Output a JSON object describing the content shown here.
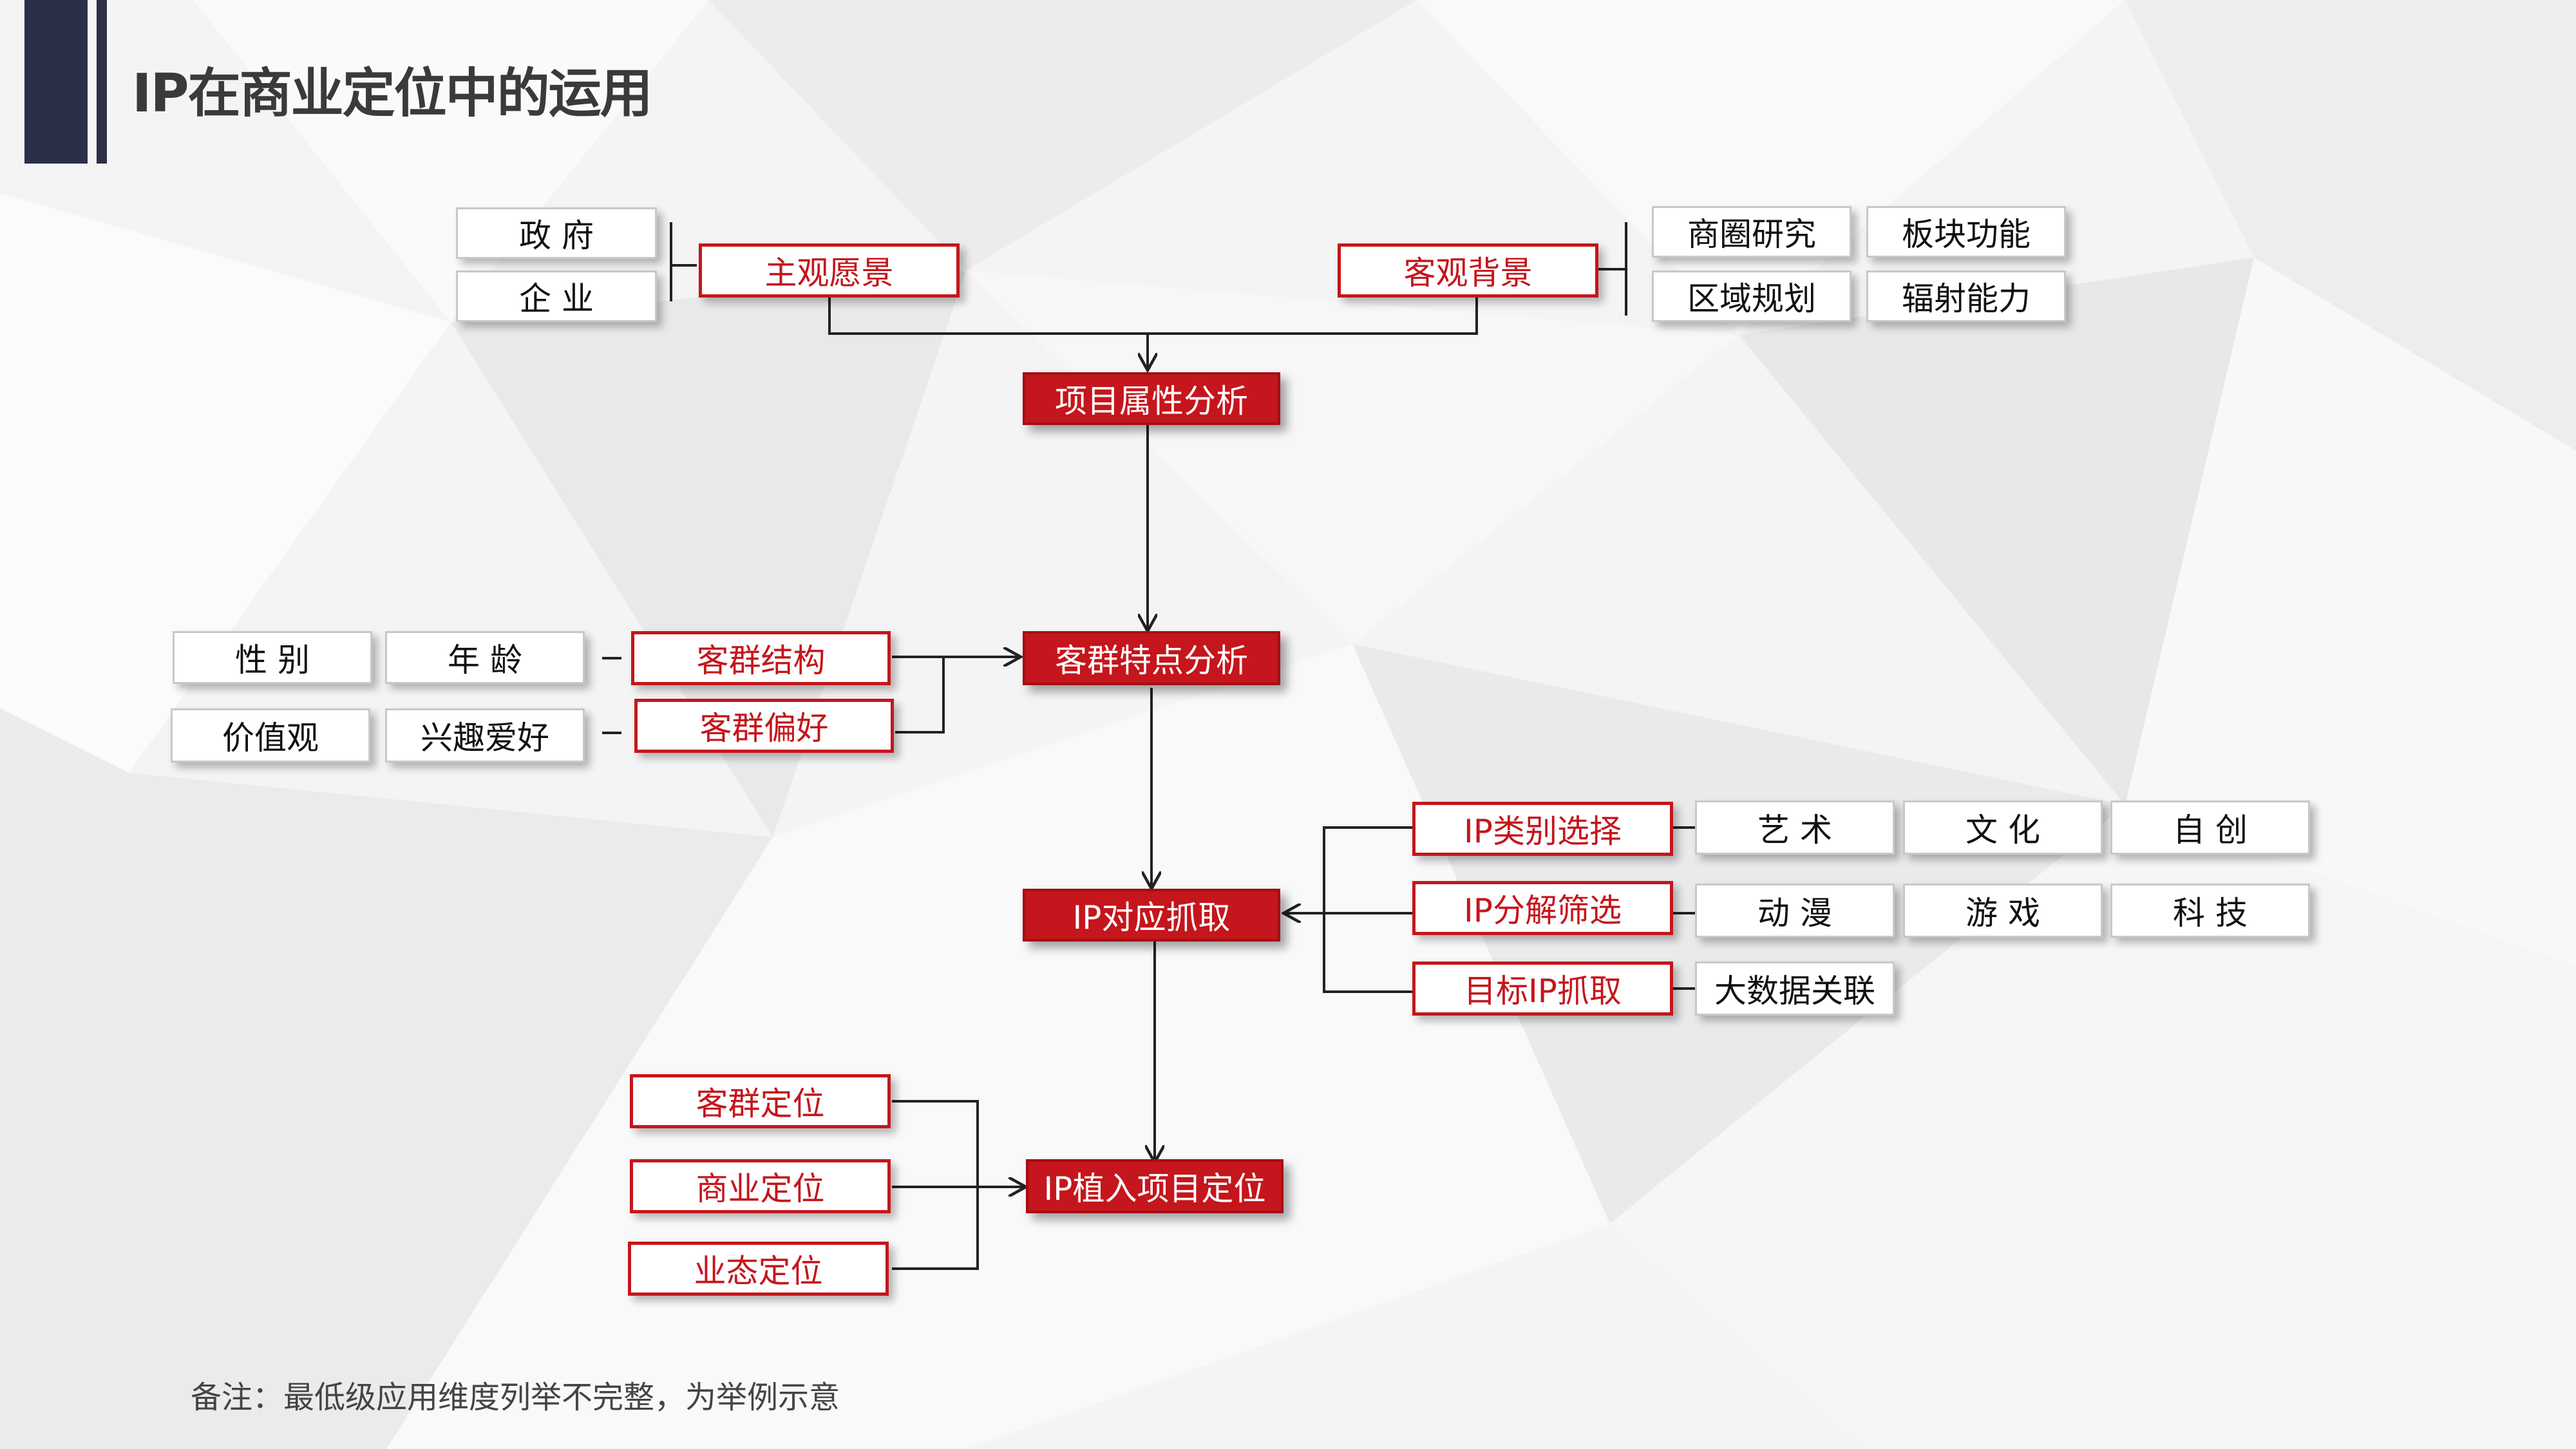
{
  "title": "IP在商业定位中的运用",
  "colors": {
    "accent_red": "#c4161c",
    "title_bar": "#2b2f48"
  },
  "nodes": {
    "gov": "政  府",
    "ent": "企  业",
    "subjective": "主观愿景",
    "objective": "客观背景",
    "market": "商圈研究",
    "block": "板块功能",
    "region": "区域规划",
    "radiate": "辐射能力",
    "attr": "项目属性分析",
    "gender": "性  别",
    "age": "年  龄",
    "values": "价值观",
    "interest": "兴趣爱好",
    "structure": "客群结构",
    "preference": "客群偏好",
    "traits": "客群特点分析",
    "ip_capture": "IP对应抓取",
    "ip_type": "IP类别选择",
    "ip_decomp": "IP分解筛选",
    "ip_target": "目标IP抓取",
    "art": "艺  术",
    "culture": "文  化",
    "original": "自  创",
    "anime": "动  漫",
    "game": "游  戏",
    "tech": "科  技",
    "bigdata": "大数据关联",
    "cust_pos": "客群定位",
    "biz_pos": "商业定位",
    "format_pos": "业态定位",
    "ip_implant": "IP植入项目定位"
  },
  "note": "备注：最低级应用维度列举不完整，为举例示意"
}
